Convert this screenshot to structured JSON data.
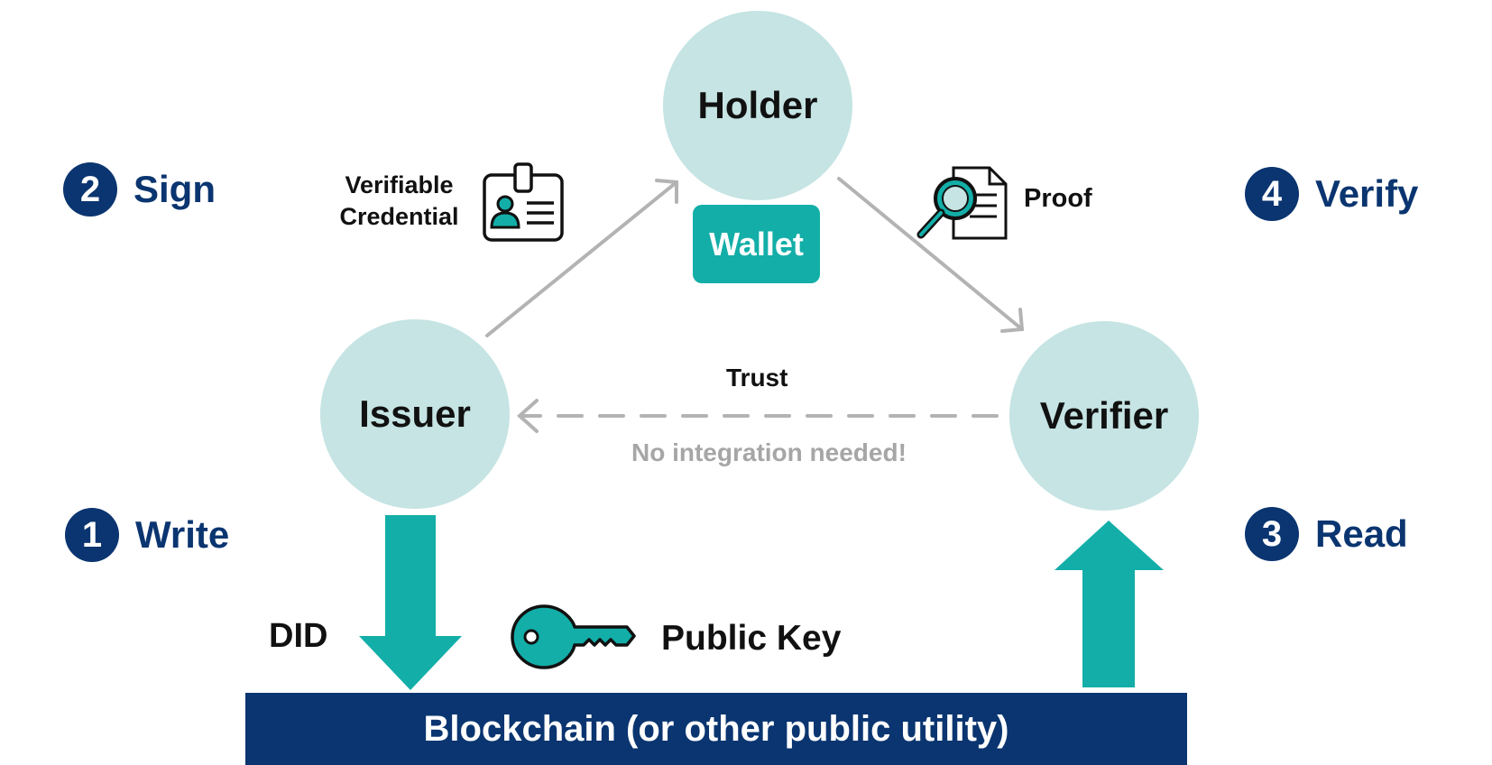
{
  "nodes": {
    "holder": "Holder",
    "issuer": "Issuer",
    "verifier": "Verifier"
  },
  "wallet": "Wallet",
  "steps": [
    {
      "number": "1",
      "label": "Write"
    },
    {
      "number": "2",
      "label": "Sign"
    },
    {
      "number": "3",
      "label": "Read"
    },
    {
      "number": "4",
      "label": "Verify"
    }
  ],
  "labels": {
    "credential_line1": "Verifiable",
    "credential_line2": "Credential",
    "proof": "Proof",
    "trust": "Trust",
    "no_integration": "No integration needed!",
    "did": "DID",
    "public_key": "Public Key"
  },
  "blockchain": "Blockchain (or other public utility)",
  "colors": {
    "navy": "#0a3570",
    "teal": "#13aea8",
    "circle": "#c5e4e3",
    "connector": "#b3b3b3"
  },
  "icons": [
    "id-card-icon",
    "magnifier-document-icon",
    "key-icon"
  ]
}
